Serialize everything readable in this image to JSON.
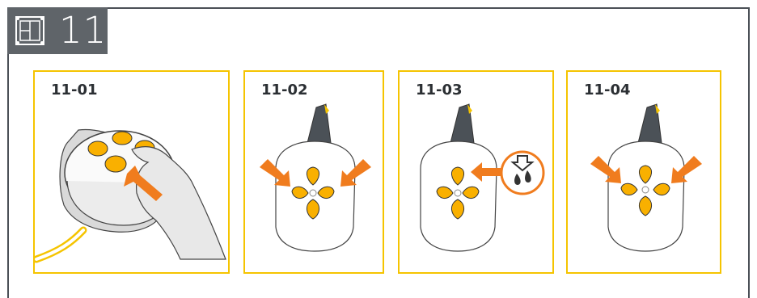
{
  "header": {
    "step_number": "11"
  },
  "panels": [
    {
      "label": "11-01"
    },
    {
      "label": "11-02"
    },
    {
      "label": "11-03"
    },
    {
      "label": "11-04"
    }
  ],
  "colors": {
    "accent_yellow": "#f5c400",
    "arrow_orange": "#f07c1e",
    "button_fill": "#f9b000",
    "header_grey": "#5f6469",
    "frame_dark": "#4a4f56"
  },
  "icons": [
    "step-grid-icon",
    "power-icon",
    "minus-icon",
    "plus-icon",
    "letdown-icon",
    "drops-icon",
    "arrow-icon"
  ]
}
